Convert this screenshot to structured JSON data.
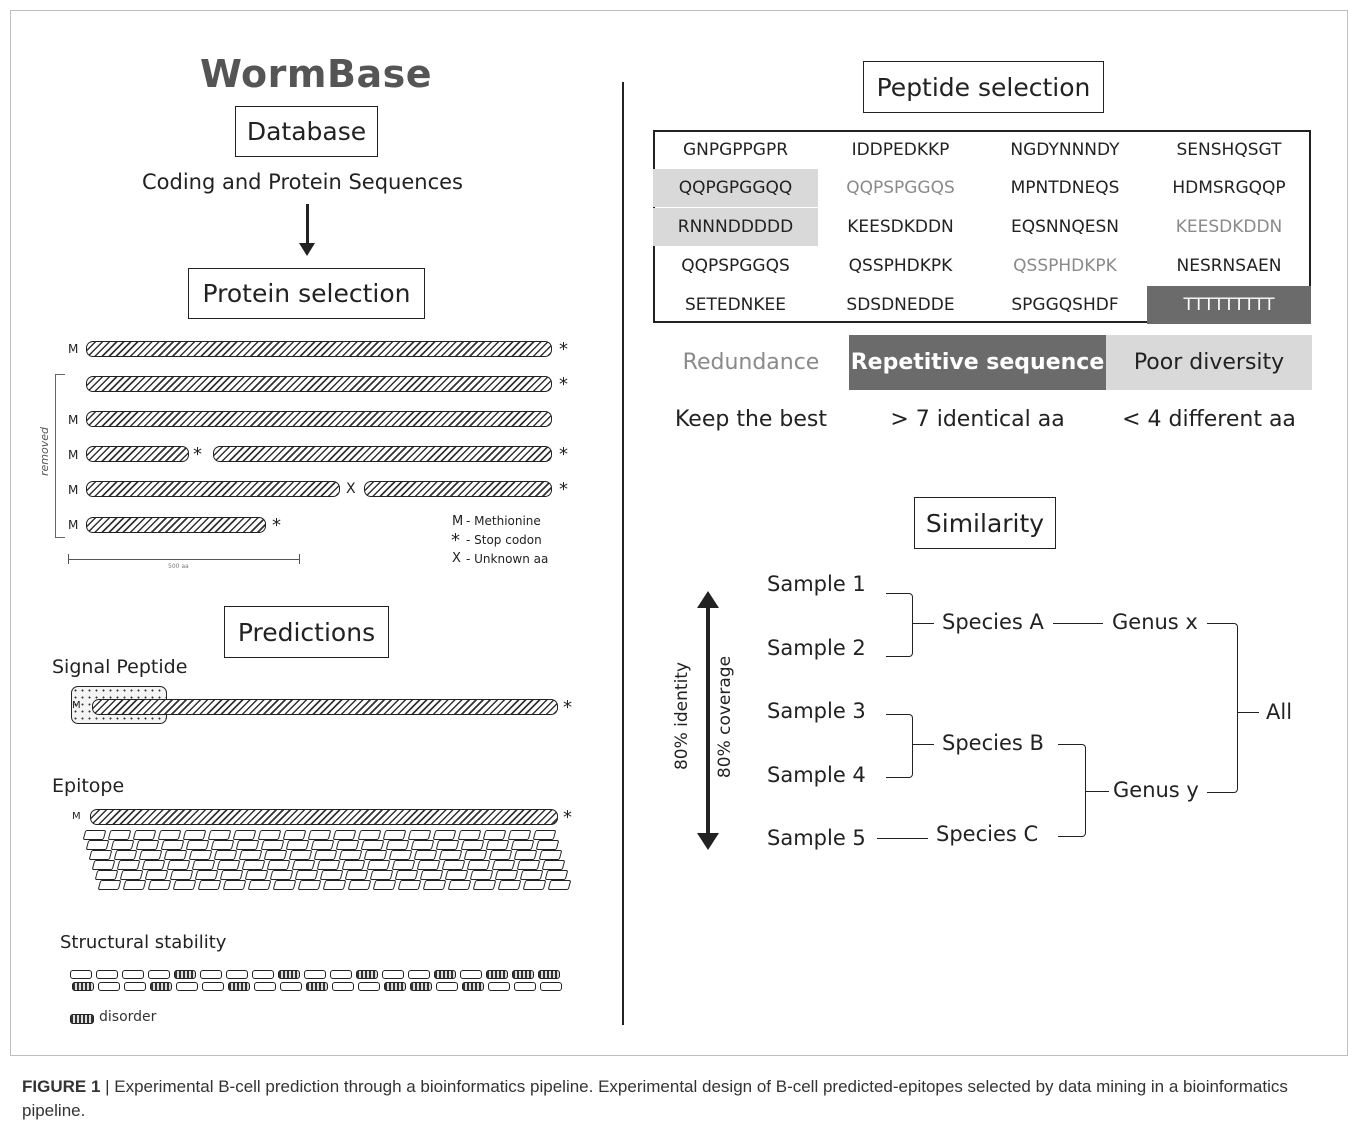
{
  "logo": {
    "text": "WormBase"
  },
  "left": {
    "database": "Database",
    "sequences": "Coding and Protein Sequences",
    "protein_selection": "Protein selection",
    "seq_marks": {
      "M": "M",
      "stop": "*",
      "unknown": "X"
    },
    "removed": "removed",
    "scale": "500 aa",
    "legend": [
      {
        "key": "M",
        "text": "- Methionine"
      },
      {
        "key": "*",
        "text": "- Stop codon"
      },
      {
        "key": "X",
        "text": "- Unknown aa"
      }
    ],
    "predictions": "Predictions",
    "signal_peptide": "Signal Peptide",
    "epitope": "Epitope",
    "structural_stability": "Structural stability",
    "disorder": "disorder"
  },
  "right": {
    "peptide_selection": "Peptide selection",
    "peptides": [
      [
        "GNPGPPGPR",
        "IDDPEDKKP",
        "NGDYNNNDY",
        "SENSHQSGT"
      ],
      [
        "QQPGPGGQQ",
        "QQPSPGGQS",
        "MPNTDNEQS",
        "HDMSRGQQP"
      ],
      [
        "RNNNDDDDD",
        "KEESDKDDN",
        "EQSNNQESN",
        "KEESDKDDN"
      ],
      [
        "QQPSPGGQS",
        "QSSPHDKPK",
        "QSSPHDKPK",
        "NESRNSAEN"
      ],
      [
        "SETEDNKEE",
        "SDSDNEDDE",
        "SPGGQSHDF",
        "TTTTTTTTT"
      ]
    ],
    "filters": [
      "Redundance",
      "Repetitive sequence",
      "Poor diversity"
    ],
    "filter_rules": [
      "Keep the best",
      "> 7 identical aa",
      "< 4 different aa"
    ],
    "similarity": "Similarity",
    "identity": "80% identity",
    "coverage": "80% coverage",
    "samples": [
      "Sample 1",
      "Sample 2",
      "Sample 3",
      "Sample 4",
      "Sample 5"
    ],
    "species": [
      "Species A",
      "Species B",
      "Species C"
    ],
    "genus": [
      "Genus x",
      "Genus y"
    ],
    "all": "All"
  },
  "caption": {
    "label": "FIGURE 1",
    "text": " | Experimental B-cell prediction through a bioinformatics pipeline. Experimental design of B-cell predicted-epitopes selected by data mining in a bioinformatics pipeline."
  }
}
